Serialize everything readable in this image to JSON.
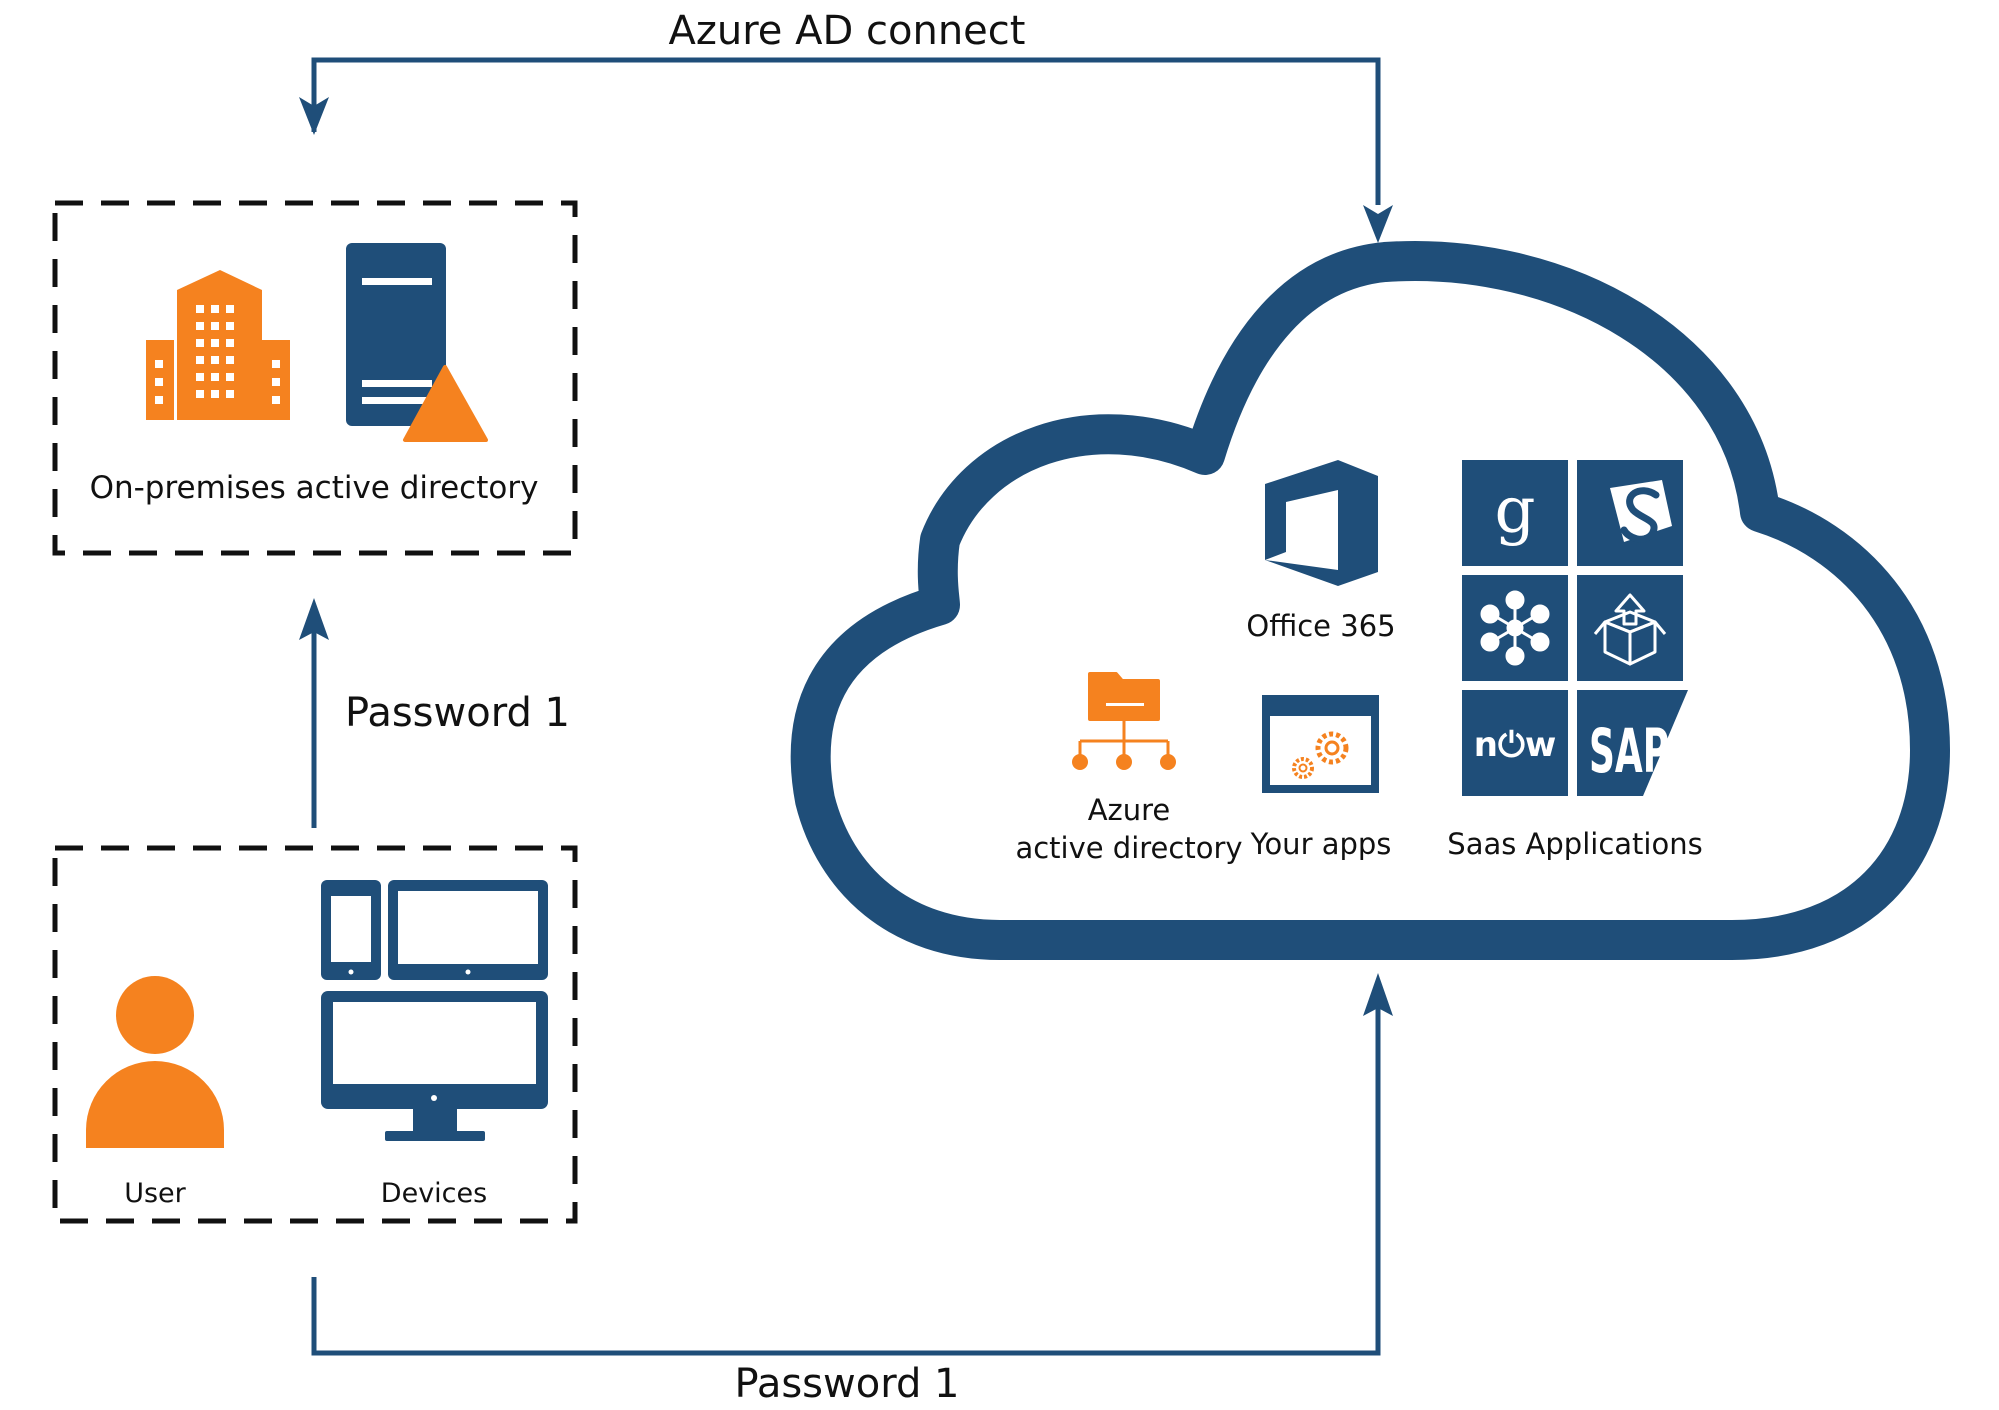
{
  "labels": {
    "top_arrow": "Azure AD connect",
    "onprem": "On-premises active directory",
    "left_password": "Password 1",
    "bottom_password": "Password 1",
    "user": "User",
    "devices": "Devices",
    "office365": "Office 365",
    "your_apps": "Your apps",
    "azure_ad_line1": "Azure",
    "azure_ad_line2": "active directory",
    "saas": "Saas Applications"
  },
  "tiles": {
    "google": "g",
    "servicenow": "n⏻w",
    "sap": "SAP"
  },
  "colors": {
    "navy": "#1F4E79",
    "orange": "#F5821F",
    "text": "#111111",
    "background": "#FFFFFF"
  },
  "icons": [
    "office-building-icon",
    "server-icon",
    "warning-triangle-icon",
    "user-icon",
    "devices-icon",
    "folder-hierarchy-icon",
    "office365-icon",
    "app-window-gears-icon",
    "google-tile-icon",
    "scribd-tile-icon",
    "molecule-tile-icon",
    "box-upload-tile-icon",
    "servicenow-tile-icon",
    "sap-tile-icon",
    "cloud-icon"
  ]
}
